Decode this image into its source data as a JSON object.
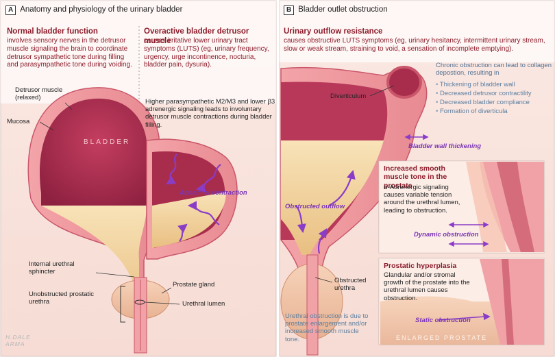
{
  "panel_a": {
    "letter": "A",
    "title": "Anatomy and physiology of the urinary bladder",
    "normal": {
      "title": "Normal bladder function",
      "body": "involves sensory nerves in the detrusor muscle signaling the brain to coordinate detrusor sympathetic tone during filling and parasympathetic tone during voiding."
    },
    "overactive": {
      "title": "Overactive bladder detrusor muscle",
      "body": "causes irritative lower urinary tract symptoms (LUTS) (eg, urinary frequency, urgency, urge incontinence, nocturia, bladder pain, dysuria).",
      "signaling": "Higher parasympathetic M2/M3 and lower β3 adrenergic signaling leads to involuntary detrusor muscle contractions during bladder filling."
    },
    "labels": {
      "detrusor": "Detrusor muscle (relaxed)",
      "mucosa": "Mucosa",
      "bladder": "BLADDER",
      "abnormal": "Abnormal contraction",
      "sphincter": "Internal urethral sphincter",
      "unobstructed": "Unobstructed prostatic urethra",
      "prostate": "Prostate gland",
      "lumen": "Urethral lumen"
    }
  },
  "panel_b": {
    "letter": "B",
    "title": "Bladder outlet obstruction",
    "resistance": {
      "title": "Urinary outflow resistance",
      "body": "causes obstructive LUTS symptoms (eg, urinary hesitancy, intermittent urinary stream, slow or weak stream, straining to void, a sensation of incomplete emptying)."
    },
    "chronic": {
      "head": "Chronic obstruction can lead to collagen depostion, resulting in",
      "items": [
        "Thickening of bladder wall",
        "Decreased detrusor contractility",
        "Decreased bladder compliance",
        "Formation of diverticula"
      ]
    },
    "labels": {
      "diverticulum": "Diverticulum",
      "wall": "Bladder wall thickening",
      "outflow": "Obstructed outflow",
      "urethra": "Obstructed urethra",
      "note": "Urethral obstruction is due to prostate enlargement and/or increased smooth muscle tone."
    },
    "box1": {
      "title": "Increased smooth muscle tone in the prostate",
      "body": "α-Adrenergic signaling causes variable tension around the urethral lumen, leading to obstruction.",
      "tag": "Dynamic obstruction"
    },
    "box2": {
      "title": "Prostatic hyperplasia",
      "body": "Glandular and/or stromal growth of the prostate into the urethral lumen causes obstruction.",
      "tag": "Static obstruction",
      "enlarged": "ENLARGED PROSTATE"
    }
  },
  "signature": "H.DALE ARMA"
}
